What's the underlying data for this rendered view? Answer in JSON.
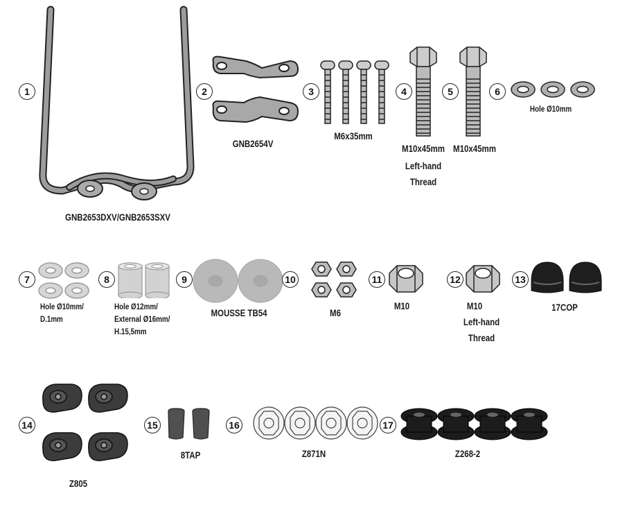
{
  "parts": [
    {
      "number": "1",
      "label": "GNB2653DXV/GNB2653SXV"
    },
    {
      "number": "2",
      "label": "GNB2654V"
    },
    {
      "number": "3",
      "label": "M6x35mm"
    },
    {
      "number": "4",
      "label_lines": [
        "M10x45mm",
        "Left-hand",
        "Thread"
      ]
    },
    {
      "number": "5",
      "label": "M10x45mm"
    },
    {
      "number": "6",
      "label": "Hole Ø10mm"
    },
    {
      "number": "7",
      "label_lines": [
        "Hole Ø10mm/",
        "D.1mm"
      ]
    },
    {
      "number": "8",
      "label_lines": [
        "Hole Ø12mm/",
        "External Ø16mm/",
        "H.15,5mm"
      ]
    },
    {
      "number": "9",
      "label": "MOUSSE TB54"
    },
    {
      "number": "10",
      "label": "M6"
    },
    {
      "number": "11",
      "label": "M10"
    },
    {
      "number": "12",
      "label_lines": [
        "M10",
        "Left-hand",
        "Thread"
      ]
    },
    {
      "number": "13",
      "label": "17COP"
    },
    {
      "number": "14",
      "label": "Z805"
    },
    {
      "number": "15",
      "label": "8TAP"
    },
    {
      "number": "16",
      "label": "Z871N"
    },
    {
      "number": "17",
      "label": "Z268-2"
    }
  ]
}
